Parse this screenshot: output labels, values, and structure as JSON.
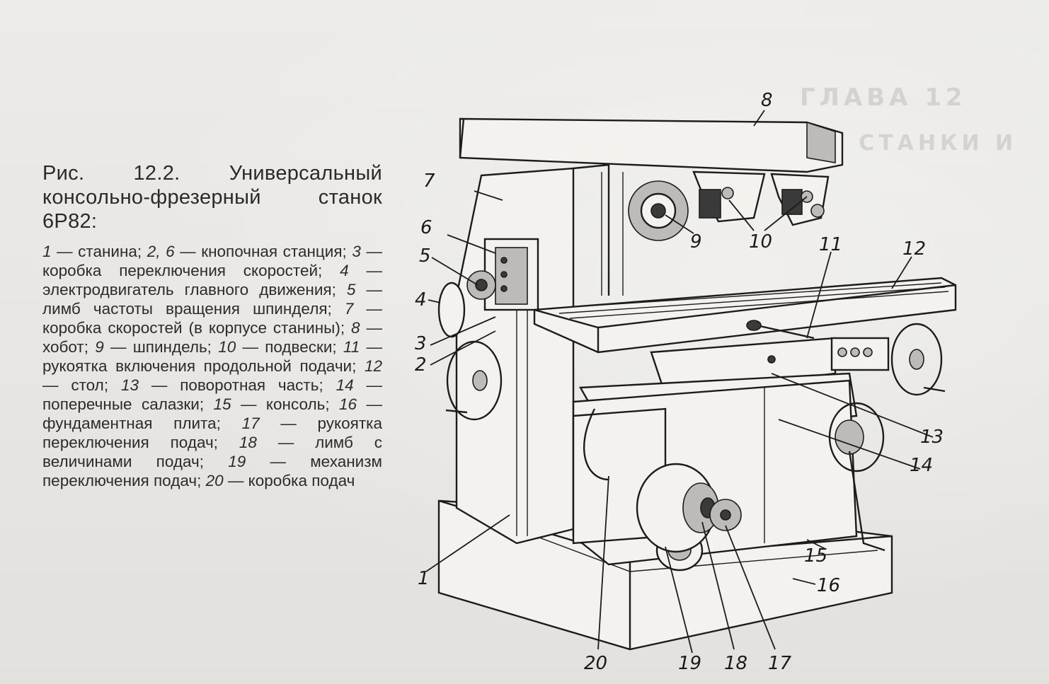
{
  "figure": {
    "caption_title": "Рис. 12.2. Универсальный консольно-фрезерный станок 6Р82:",
    "legend": [
      {
        "n": "1",
        "text": " — станина; "
      },
      {
        "n": "2, 6",
        "text": " — кнопочная станция; "
      },
      {
        "n": "3",
        "text": " — коробка переключения скоростей; "
      },
      {
        "n": "4",
        "text": " — электродвигатель главного движения; "
      },
      {
        "n": "5",
        "text": " — лимб частоты вращения шпинделя; "
      },
      {
        "n": "7",
        "text": " — коробка скоростей (в корпусе станины); "
      },
      {
        "n": "8",
        "text": " — хобот; "
      },
      {
        "n": "9",
        "text": " — шпиндель; "
      },
      {
        "n": "10",
        "text": " — подвески; "
      },
      {
        "n": "11",
        "text": " — рукоятка включения продольной подачи; "
      },
      {
        "n": "12",
        "text": " — стол; "
      },
      {
        "n": "13",
        "text": " — поворотная часть; "
      },
      {
        "n": "14",
        "text": " — поперечные салазки; "
      },
      {
        "n": "15",
        "text": " — консоль; "
      },
      {
        "n": "16",
        "text": " — фундаментная плита; "
      },
      {
        "n": "17",
        "text": " — рукоятка переключения подач; "
      },
      {
        "n": "18",
        "text": " — лимб с величинами подач; "
      },
      {
        "n": "19",
        "text": " — механизм переключения подач; "
      },
      {
        "n": "20",
        "text": " — коробка подач"
      }
    ]
  },
  "diagram_labels": {
    "l1": "1",
    "l2": "2",
    "l3": "3",
    "l4": "4",
    "l5": "5",
    "l6": "6",
    "l7": "7",
    "l8": "8",
    "l9": "9",
    "l10": "10",
    "l11": "11",
    "l12": "12",
    "l13": "13",
    "l14": "14",
    "l15": "15",
    "l16": "16",
    "l17": "17",
    "l18": "18",
    "l19": "19",
    "l20": "20"
  }
}
